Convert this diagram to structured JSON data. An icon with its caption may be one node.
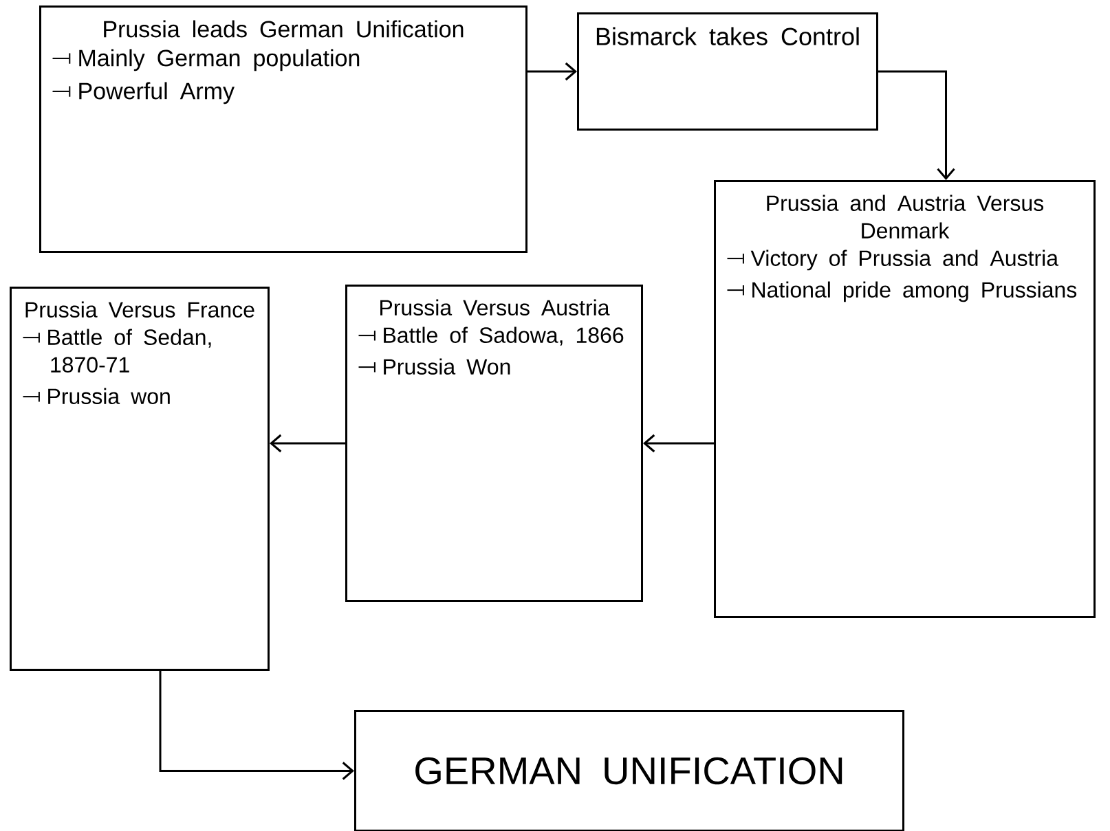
{
  "diagram": {
    "nodes": [
      {
        "text": [
          "Prussia leads German Unification",
          "Mainly German population",
          "Powerful Army"
        ]
      },
      {
        "text": [
          "Bismarck takes Control"
        ]
      },
      {
        "text": [
          "Prussia and Austria Versus Denmark",
          "Victory of Prussia and Austria",
          "National pride among Prussians"
        ]
      },
      {
        "text": [
          "Prussia Versus Austria",
          "Battle of Sadowa, 1866",
          "Prussia Won"
        ]
      },
      {
        "text": [
          "Prussia Versus France",
          "Battle of Sedan, 1870-71",
          "Prussia won"
        ]
      },
      {
        "text": [
          "GERMAN UNIFICATION"
        ]
      }
    ],
    "edges": [
      {
        "from": 0,
        "to": 1,
        "arrow": "to"
      },
      {
        "from": 1,
        "to": 2,
        "arrow": "to"
      },
      {
        "from": 2,
        "to": 3,
        "arrow": "to"
      },
      {
        "from": 3,
        "to": 4,
        "arrow": "to"
      },
      {
        "from": 4,
        "to": 5,
        "arrow": "to"
      }
    ]
  }
}
